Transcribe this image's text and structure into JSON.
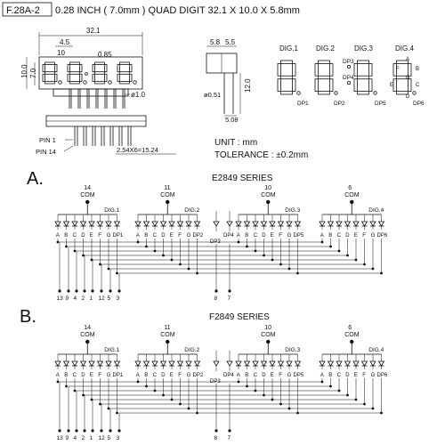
{
  "header": {
    "part_no": "F.28A-2",
    "description": "0.28  INCH  ( 7.0mm )  QUAD  DIGIT  32.1 X 10.0 X 5.8mm"
  },
  "front_view": {
    "dim_width": "32.1",
    "dim_4_5": "4.5",
    "dim_10": "10",
    "dim_0_85": "0.85",
    "dim_height": "10.0",
    "dim_7_0": "7.0",
    "dim_pin_dia": "ø1.0"
  },
  "bottom_view": {
    "pin1": "PIN 1",
    "pin14": "PIN 14",
    "pitch": "2.54X6=15.24"
  },
  "side_view": {
    "dim_5_8": "5.8",
    "dim_5_5": "5.5",
    "dim_12_0": "12.0",
    "dim_0_51": "ø0.51",
    "dim_5_08": "5.08"
  },
  "digit_legend": {
    "digits": [
      "DIG.1",
      "DIG.2",
      "DIG.3",
      "DIG.4"
    ],
    "dps": [
      "DP1",
      "DP2",
      "DP5",
      "DP6"
    ],
    "dp3": "DP3",
    "dp4": "DP4",
    "segments": [
      "A",
      "B",
      "C",
      "D",
      "E",
      "F",
      "G"
    ]
  },
  "notes": {
    "unit": "UNIT : mm",
    "tolerance": "TOLERANCE : ±0.2mm"
  },
  "schematic_a": {
    "label": "A.",
    "title": "E2849  SERIES",
    "com_label": "COM",
    "com_pins": [
      "14",
      "11",
      "10",
      "6"
    ],
    "digits": [
      "DIG.1",
      "DIG.2",
      "DIG.3",
      "DIG.4"
    ],
    "dp_labels": [
      "DP1",
      "DP2",
      "DP5",
      "DP6"
    ],
    "dp3": "DP3",
    "dp4": "DP4",
    "bottom_pins": [
      "13",
      "9",
      "4",
      "2",
      "1",
      "12",
      "5",
      "3"
    ],
    "extra_pins": [
      "8",
      "7"
    ]
  },
  "schematic_b": {
    "label": "B.",
    "title": "F2849  SERIES",
    "com_label": "COM",
    "com_pins": [
      "14",
      "11",
      "10",
      "6"
    ],
    "digits": [
      "DIG.1",
      "DIG.2",
      "DIG.3",
      "DIG.4"
    ],
    "dp_labels": [
      "DP1",
      "DP2",
      "DP5",
      "DP6"
    ],
    "dp3": "DP3",
    "dp4": "DP4",
    "bottom_pins": [
      "13",
      "9",
      "4",
      "2",
      "1",
      "12",
      "5",
      "3"
    ],
    "extra_pins": [
      "8",
      "7"
    ]
  },
  "seg_letters": [
    "A",
    "B",
    "C",
    "D",
    "E",
    "F",
    "G"
  ]
}
